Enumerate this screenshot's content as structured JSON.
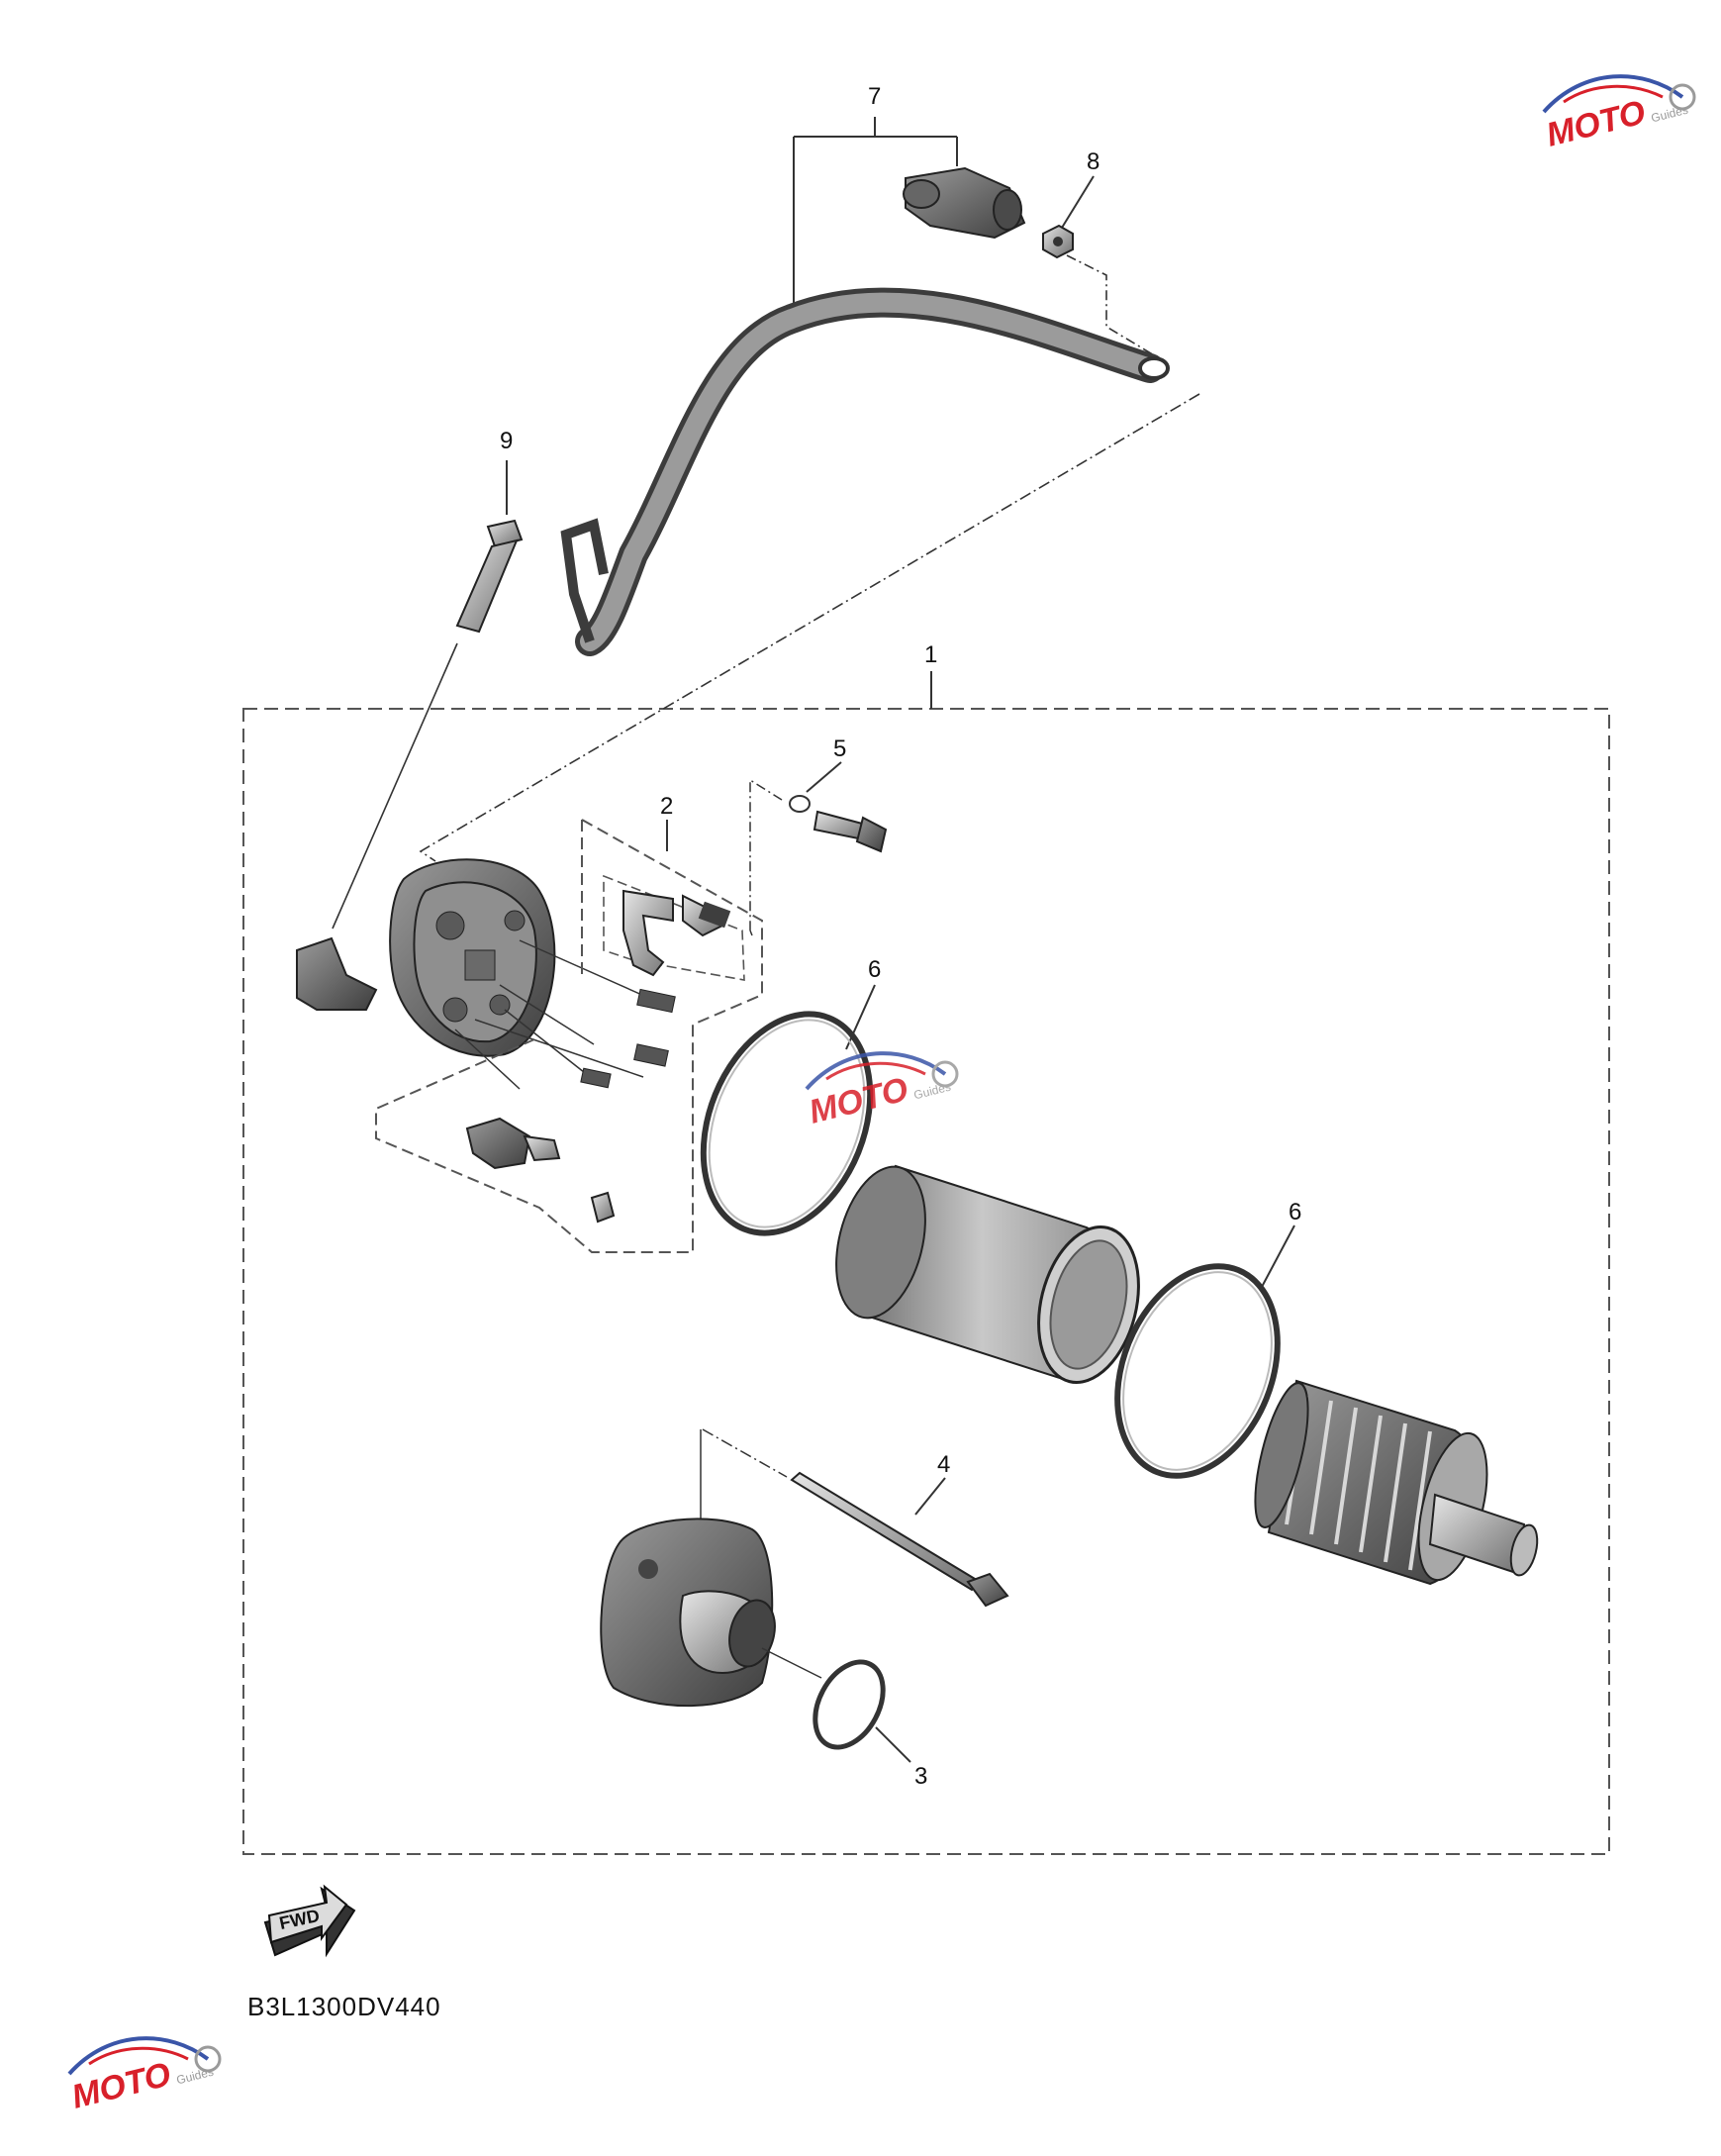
{
  "diagram": {
    "code": "B3L1300DV440",
    "fwd_label": "FWD",
    "callouts": [
      {
        "id": "c1",
        "text": "1"
      },
      {
        "id": "c2",
        "text": "2"
      },
      {
        "id": "c3",
        "text": "3"
      },
      {
        "id": "c4",
        "text": "4"
      },
      {
        "id": "c5",
        "text": "5"
      },
      {
        "id": "c6a",
        "text": "6"
      },
      {
        "id": "c6b",
        "text": "6"
      },
      {
        "id": "c7",
        "text": "7"
      },
      {
        "id": "c8",
        "text": "8"
      },
      {
        "id": "c9",
        "text": "9"
      }
    ]
  },
  "watermark": {
    "brand": "MOTO",
    "tagline": "Guides",
    "colors": {
      "red": "#d8202a",
      "blue": "#3a55a8",
      "gray": "#9a9a9a"
    }
  }
}
